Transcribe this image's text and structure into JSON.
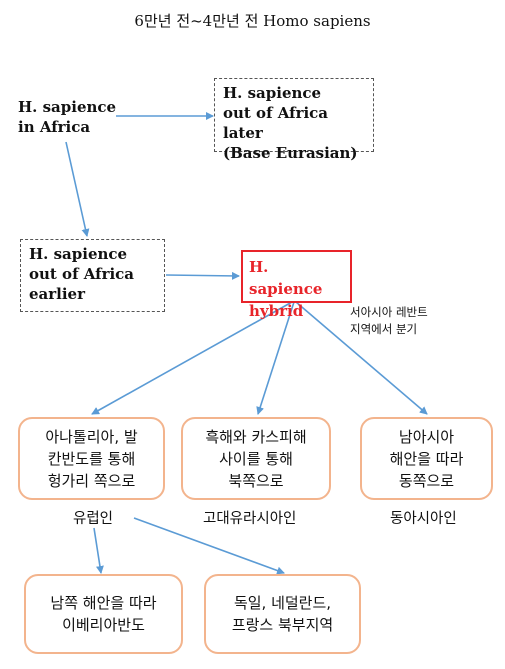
{
  "title": "6만년 전~4만년 전 Homo sapiens",
  "nodes": {
    "africa": "H. sapience\nin Africa",
    "later": "H. sapience\nout of Africa later\n(Base Eurasian)",
    "earlier": "H. sapience\nout of Africa\nearlier",
    "hybrid": "H. sapience\nhybrid",
    "west_asia_note": "서아시아 레반트\n지역에서 분기",
    "anatolia": "아나톨리아, 발\n칸반도를 통해\n헝가리 쪽으로",
    "blacksea": "흑해와 카스피해\n사이를 통해\n북쪽으로",
    "southasia": "남아시아\n해안을 따라\n동쪽으로",
    "europeans": "유럽인",
    "ancient_eurasians": "고대유라시아인",
    "east_asians": "동아시아인",
    "iberia": "남쪽 해안을 따라\n이베리아반도",
    "germany": "독일, 네덜란드,\n프랑스 북부지역"
  },
  "colors": {
    "arrow": "#5b9bd5",
    "hybrid_border": "#e8242a",
    "box_border": "#f3b48d",
    "dashed_border": "#555555"
  }
}
